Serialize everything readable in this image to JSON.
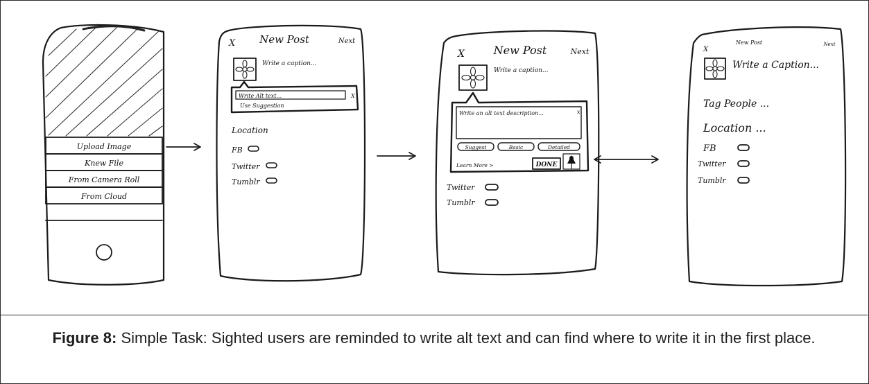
{
  "caption": {
    "figure_label": "Figure 8:",
    "text": "Simple Task: Sighted users are  reminded to write alt text and can find where to write it in the first place."
  },
  "sketches": {
    "screen1": {
      "menu": [
        "Upload Image",
        "Knew File",
        "From Camera Roll",
        "From Cloud"
      ]
    },
    "screen2": {
      "close": "X",
      "title": "New Post",
      "next": "Next",
      "caption_placeholder": "Write a caption...",
      "popup_line1": "Write Alt text...",
      "popup_line2": "Use Suggestion",
      "popup_close": "X",
      "location": "Location",
      "toggles": [
        "FB",
        "Twitter",
        "Tumblr"
      ]
    },
    "screen3": {
      "close": "X",
      "title": "New Post",
      "next": "Next",
      "caption_placeholder": "Write a caption...",
      "dialog_text": "Write an alt text description...",
      "dialog_close": "x",
      "dialog_buttons": [
        "Suggest",
        "Basic",
        "Detailed"
      ],
      "learn_more": "Learn More >",
      "done": "DONE",
      "toggles": [
        "Twitter",
        "Tumblr"
      ]
    },
    "screen4": {
      "close": "X",
      "title": "New Post",
      "next": "Next",
      "caption_placeholder": "Write a Caption...",
      "tag_people": "Tag People ...",
      "location": "Location ...",
      "toggles": [
        "FB",
        "Twitter",
        "Tumblr"
      ]
    }
  }
}
